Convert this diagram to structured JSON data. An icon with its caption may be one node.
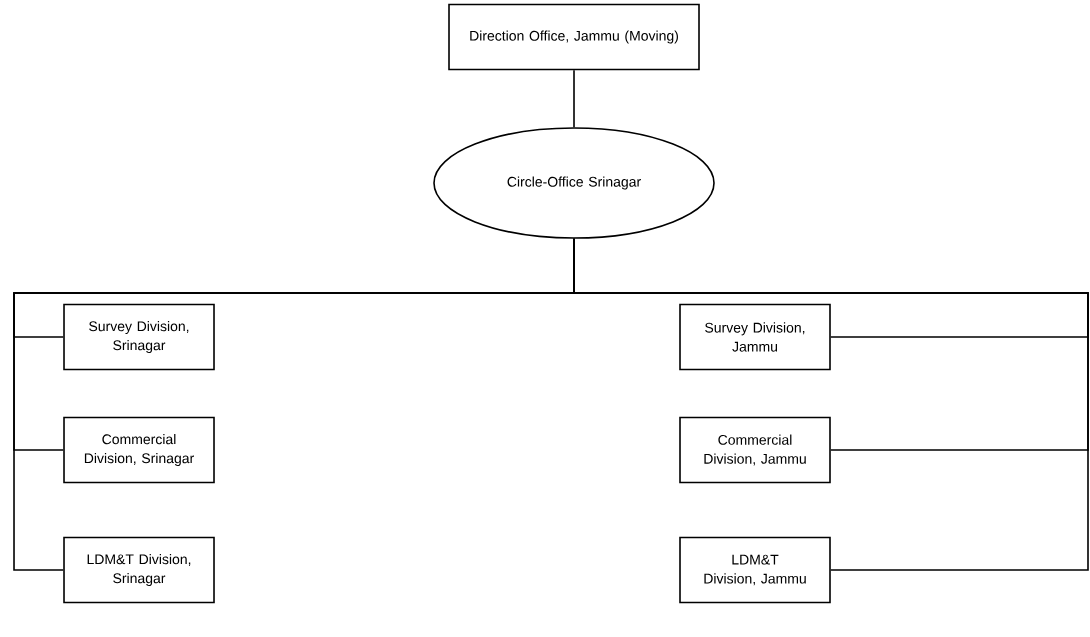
{
  "diagram": {
    "nodes": [
      {
        "text": [
          "Direction Office, Jammu (Moving)"
        ]
      },
      {
        "text": [
          "Circle-Office Srinagar"
        ]
      },
      {
        "text": [
          "Survey Division, Srinagar"
        ]
      },
      {
        "text": [
          "Commercial Division, Srinagar"
        ]
      },
      {
        "text": [
          "LDM&T Division, Srinagar"
        ]
      },
      {
        "text": [
          "Survey Division, Jammu"
        ]
      },
      {
        "text": [
          "Commercial Division, Jammu"
        ]
      },
      {
        "text": [
          "LDM&T Division, Jammu"
        ]
      }
    ],
    "edges": [
      {
        "from": 0,
        "to": 1,
        "arrow": "none"
      },
      {
        "from": 1,
        "to": 2,
        "arrow": "none"
      },
      {
        "from": 1,
        "to": 3,
        "arrow": "none"
      },
      {
        "from": 1,
        "to": 4,
        "arrow": "none"
      },
      {
        "from": 1,
        "to": 5,
        "arrow": "none"
      },
      {
        "from": 1,
        "to": 6,
        "arrow": "none"
      },
      {
        "from": 1,
        "to": 7,
        "arrow": "none"
      }
    ]
  }
}
